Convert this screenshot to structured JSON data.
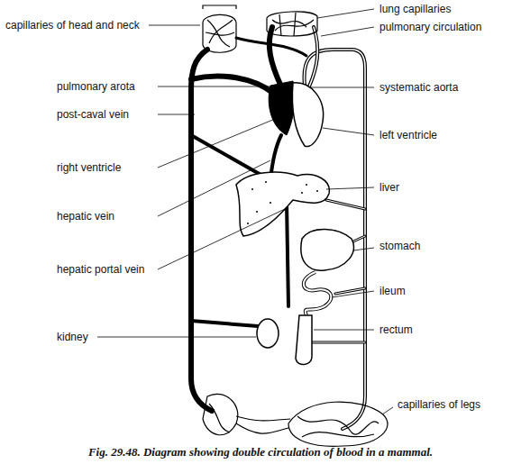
{
  "diagram": {
    "caption": "Fig. 29.48. Diagram showing double circulation of blood in a mammal.",
    "labels": [
      "capillaries of head and neck",
      "lung capillaries",
      "pulmonary circulation",
      "pulmonary arota",
      "systematic aorta",
      "post-caval vein",
      "left ventricle",
      "right ventricle",
      "liver",
      "hepatic vein",
      "stomach",
      "hepatic portal vein",
      "ileum",
      "rectum",
      "kidney",
      "capillaries of legs"
    ]
  }
}
